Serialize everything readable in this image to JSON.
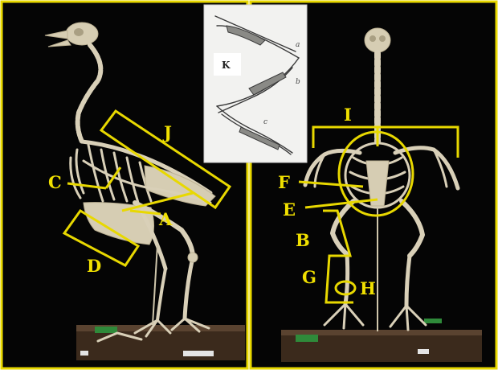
{
  "labels": {
    "A": "A",
    "B": "B",
    "C": "C",
    "D": "D",
    "E": "E",
    "F": "F",
    "G": "G",
    "H": "H",
    "I": "I",
    "J": "J",
    "K": "K"
  },
  "inset": {
    "label": "K",
    "part_marks": [
      "a",
      "b",
      "c"
    ]
  },
  "colors": {
    "annotation": "#e8d800",
    "background": "#050505",
    "bone": "#d9d0b8"
  }
}
